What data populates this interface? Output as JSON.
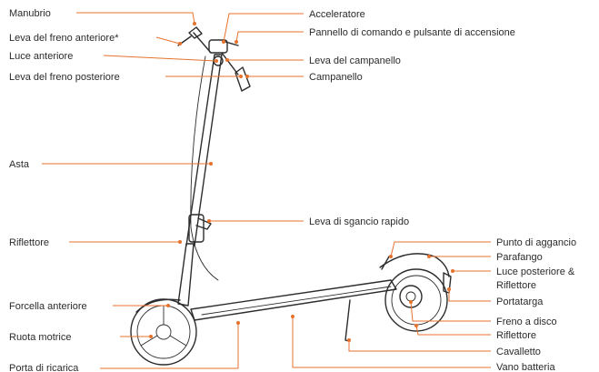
{
  "accent_color": "#e8722c",
  "ink_color": "#2d2d2d",
  "labels": {
    "manubrio": "Manubrio",
    "leva_freno_anteriore": "Leva del freno anteriore*",
    "luce_anteriore": "Luce anteriore",
    "leva_freno_posteriore": "Leva del freno posteriore",
    "asta": "Asta",
    "riflettore_sinistra": "Riflettore",
    "forcella_anteriore": "Forcella anteriore",
    "ruota_motrice": "Ruota motrice",
    "porta_ricarica": "Porta di ricarica",
    "acceleratore": "Acceleratore",
    "pannello_comando": "Pannello di comando e pulsante di accensione",
    "leva_campanello": "Leva del campanello",
    "campanello": "Campanello",
    "leva_sgancio_rapido": "Leva di sgancio rapido",
    "punto_aggancio": "Punto di aggancio",
    "parafango": "Parafango",
    "luce_posteriore_1": "Luce posteriore &",
    "luce_posteriore_2": "Riflettore",
    "portatarga": "Portatarga",
    "freno_disco": "Freno a disco",
    "riflettore_destra": "Riflettore",
    "cavalletto": "Cavalletto",
    "vano_batteria": "Vano batteria"
  }
}
